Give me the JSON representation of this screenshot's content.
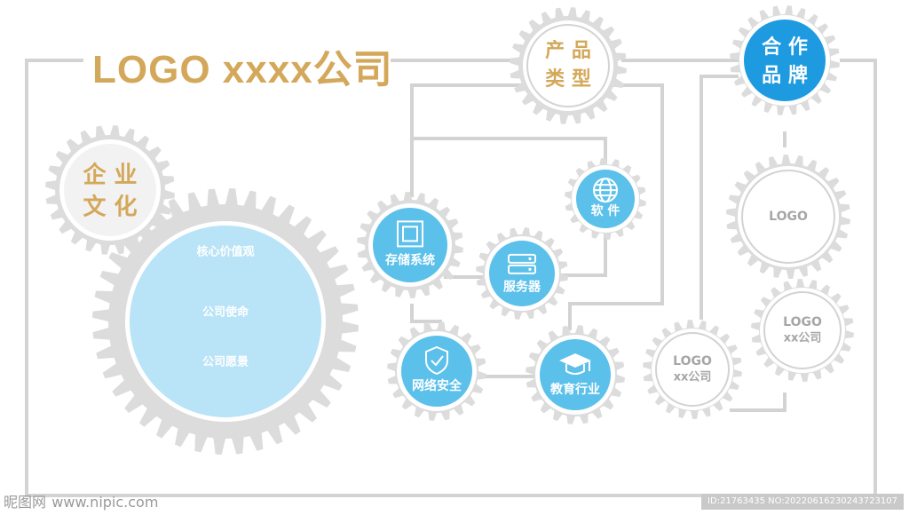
{
  "title": "LOGO xxxx公司",
  "culture": {
    "badge_line1": "企 业",
    "badge_line2": "文 化",
    "items": [
      "核心价值观",
      "公司使命",
      "公司愿景"
    ]
  },
  "product_types": {
    "badge_line1": "产 品",
    "badge_line2": "类 型",
    "items": [
      {
        "label": "存储系统",
        "icon": "storage-icon"
      },
      {
        "label": "软 件",
        "icon": "globe-icon"
      },
      {
        "label": "服务器",
        "icon": "server-icon"
      },
      {
        "label": "网络安全",
        "icon": "shield-check-icon"
      },
      {
        "label": "教育行业",
        "icon": "graduation-cap-icon"
      }
    ]
  },
  "partners": {
    "badge_line1": "合 作",
    "badge_line2": "品 牌",
    "items": [
      {
        "line1": "LOGO",
        "line2": ""
      },
      {
        "line1": "LOGO",
        "line2": "xx公司"
      },
      {
        "line1": "LOGO",
        "line2": "xx公司"
      }
    ]
  },
  "watermark": {
    "brand": "昵图网",
    "url": "www.nipic.com"
  },
  "image_id": "ID:21763435 NO:20220616230243723107",
  "colors": {
    "gold": "#d4a85a",
    "blue": "#1e9be0",
    "light_blue": "#5bc0ea",
    "pale_blue": "#b9e3f7",
    "gear_gray": "#dcdcdc",
    "line_gray": "#d3d3d3",
    "badge_gray": "#f2f2f2"
  }
}
